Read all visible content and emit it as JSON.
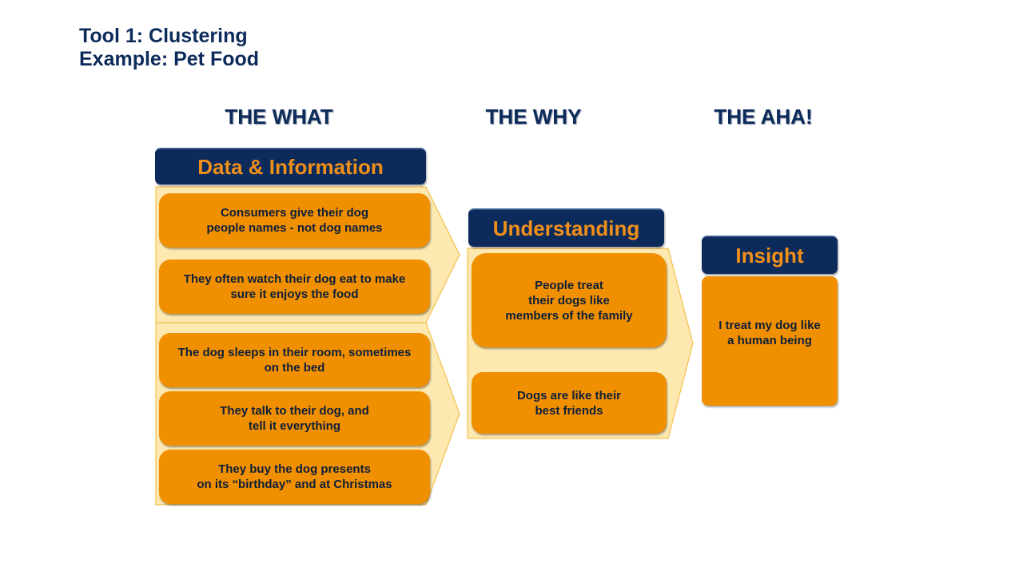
{
  "title": {
    "line1": "Tool 1: Clustering",
    "line2": "Example: Pet Food"
  },
  "columns": [
    {
      "heading": "THE WHAT"
    },
    {
      "heading": "THE WHY"
    },
    {
      "heading": "THE AHA!"
    }
  ],
  "what": {
    "header": "Data & Information",
    "items": [
      "Consumers give their dog\npeople names - not dog names",
      "They often watch their dog eat to make\nsure it enjoys the food",
      "The dog sleeps in their room, sometimes\non the bed",
      "They talk to their dog, and\ntell it everything",
      "They buy the dog presents\non its “birthday”  and at Christmas"
    ]
  },
  "why": {
    "header": "Understanding",
    "items": [
      "People treat\ntheir dogs like\nmembers of the family",
      "Dogs are like their\nbest friends"
    ]
  },
  "aha": {
    "header": "Insight",
    "items": [
      "I treat my dog like\na human being"
    ]
  },
  "colors": {
    "navy": "#0d2b5a",
    "orange": "#f08f00",
    "pale_yellow": "#fde9b0",
    "arrow_border": "#f2b632"
  }
}
